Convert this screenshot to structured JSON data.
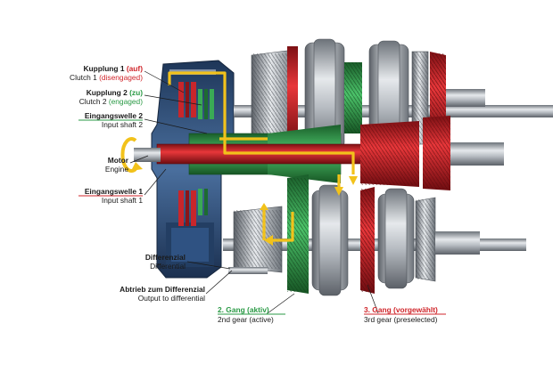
{
  "labels": {
    "clutch1": {
      "de": "Kupplung 1",
      "de_state": "(auf)",
      "en": "Clutch 1",
      "en_state": "(disengaged)"
    },
    "clutch2": {
      "de": "Kupplung 2",
      "de_state": "(zu)",
      "en": "Clutch 2",
      "en_state": "(engaged)"
    },
    "input2": {
      "de": "Eingangswelle 2",
      "en": "Input shaft 2"
    },
    "engine": {
      "de": "Motor",
      "en": "Engine"
    },
    "input1": {
      "de": "Eingangswelle 1",
      "en": "Input shaft 1"
    },
    "differential": {
      "de": "Differenzial",
      "en": "Differential"
    },
    "output": {
      "de": "Abtrieb zum Differenzial",
      "en": "Output to differential"
    },
    "gear2": {
      "de": "2. Gang (aktiv)",
      "en": "2nd gear (active)"
    },
    "gear3": {
      "de": "3. Gang (vorgewählt)",
      "en": "3rd gear (preselected)"
    }
  },
  "colors": {
    "red": "#d0262b",
    "green": "#2a9a45",
    "flow": "#f2c21b",
    "blue": "#2d4f7c",
    "steel": "#9aa1a8"
  }
}
